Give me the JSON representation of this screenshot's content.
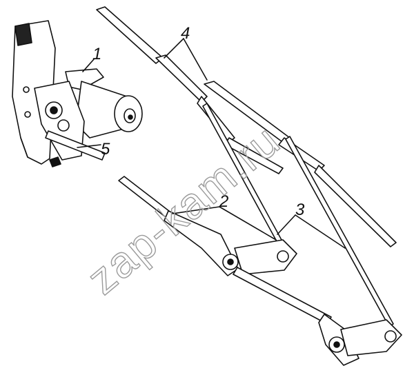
{
  "figure": {
    "labels": [
      {
        "id": "motor",
        "text": "1"
      },
      {
        "id": "lower-lever",
        "text": "2"
      },
      {
        "id": "rod",
        "text": "3"
      },
      {
        "id": "wiper-arm",
        "text": "4"
      },
      {
        "id": "bracket",
        "text": "5"
      }
    ],
    "watermark": "zap-kam.ru"
  },
  "colors": {
    "line": "#111111",
    "watermark": "#9a9a9a",
    "background": "#ffffff"
  }
}
